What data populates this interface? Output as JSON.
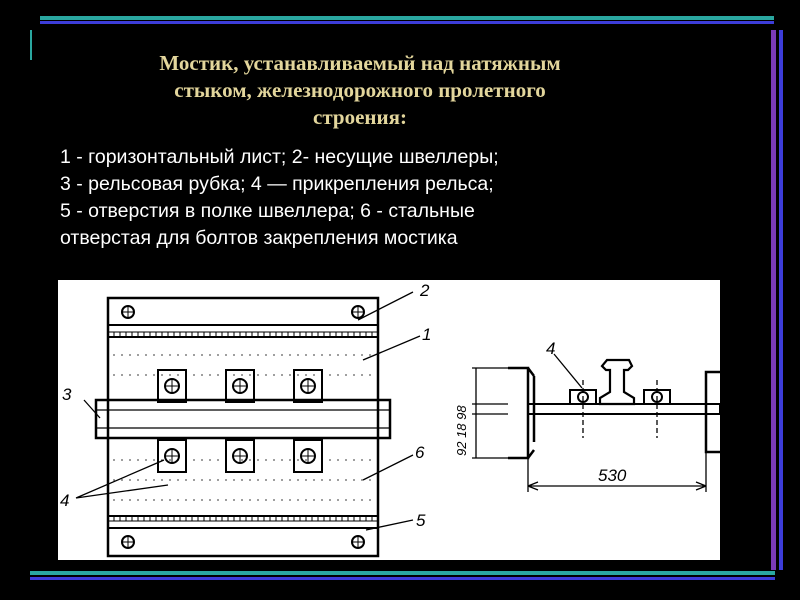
{
  "slide": {
    "title_lines": [
      "Мостик, устанавливаемый над натяжным",
      "стыком, железнодорожного пролетного",
      "строения:"
    ],
    "legend_lines": [
      "1 - горизонтальный лист; 2- несущие швеллеры;",
      "3 - рельсовая рубка; 4 — прикрепления рельса;",
      "5 - отверстия в полке швеллера; 6 - стальные",
      "отверстая для болтов закрепления мостика"
    ]
  },
  "drawing": {
    "callouts": {
      "channel": "2",
      "sheet": "1",
      "rail_cut": "3",
      "fastening_left": "4",
      "bolt_hole": "6",
      "flange_hole": "5",
      "fastening_right": "4"
    },
    "dimensions": {
      "width_530": "530",
      "heights": "92 18 98"
    }
  },
  "colors": {
    "background": "#000000",
    "title": "#e3d69c",
    "text": "#ffffff",
    "frame_teal": "#2aa7a0",
    "frame_blue": "#3d3dd9",
    "frame_purple": "#7a3ab8"
  }
}
